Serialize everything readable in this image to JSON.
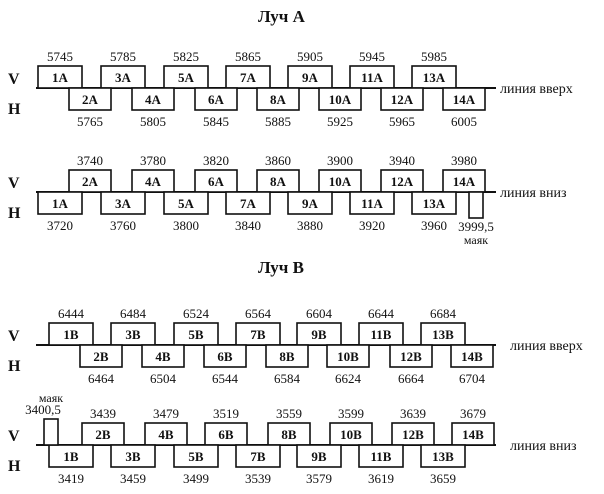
{
  "sections": [
    {
      "title": "Луч А",
      "rows": [
        {
          "top_axis": "V",
          "bottom_axis": "H",
          "line_label": "линия вверх",
          "up_blocks": [
            {
              "label": "1A",
              "freq": "5745"
            },
            {
              "label": "3A",
              "freq": "5785"
            },
            {
              "label": "5A",
              "freq": "5825"
            },
            {
              "label": "7A",
              "freq": "5865"
            },
            {
              "label": "9A",
              "freq": "5905"
            },
            {
              "label": "11A",
              "freq": "5945"
            },
            {
              "label": "13A",
              "freq": "5985"
            }
          ],
          "down_blocks": [
            {
              "label": "2A",
              "freq": "5765"
            },
            {
              "label": "4A",
              "freq": "5805"
            },
            {
              "label": "6A",
              "freq": "5845"
            },
            {
              "label": "8A",
              "freq": "5885"
            },
            {
              "label": "10A",
              "freq": "5925"
            },
            {
              "label": "12A",
              "freq": "5965"
            },
            {
              "label": "14A",
              "freq": "6005"
            }
          ]
        },
        {
          "top_axis": "V",
          "bottom_axis": "H",
          "line_label": "линия вниз",
          "up_blocks": [
            {
              "label": "2A",
              "freq": "3740"
            },
            {
              "label": "4A",
              "freq": "3780"
            },
            {
              "label": "6A",
              "freq": "3820"
            },
            {
              "label": "8A",
              "freq": "3860"
            },
            {
              "label": "10A",
              "freq": "3900"
            },
            {
              "label": "12A",
              "freq": "3940"
            },
            {
              "label": "14A",
              "freq": "3980"
            }
          ],
          "down_blocks": [
            {
              "label": "1A",
              "freq": "3720"
            },
            {
              "label": "3A",
              "freq": "3760"
            },
            {
              "label": "5A",
              "freq": "3800"
            },
            {
              "label": "7A",
              "freq": "3840"
            },
            {
              "label": "9A",
              "freq": "3880"
            },
            {
              "label": "11A",
              "freq": "3920"
            },
            {
              "label": "13A",
              "freq": "3960"
            }
          ],
          "beacon": {
            "freq": "3999,5",
            "label": "маяк"
          }
        }
      ]
    },
    {
      "title": "Луч В",
      "rows": [
        {
          "top_axis": "V",
          "bottom_axis": "H",
          "line_label": "линия вверх",
          "up_blocks": [
            {
              "label": "1B",
              "freq": "6444"
            },
            {
              "label": "3B",
              "freq": "6484"
            },
            {
              "label": "5B",
              "freq": "6524"
            },
            {
              "label": "7B",
              "freq": "6564"
            },
            {
              "label": "9B",
              "freq": "6604"
            },
            {
              "label": "11B",
              "freq": "6644"
            },
            {
              "label": "13B",
              "freq": "6684"
            }
          ],
          "down_blocks": [
            {
              "label": "2B",
              "freq": "6464"
            },
            {
              "label": "4B",
              "freq": "6504"
            },
            {
              "label": "6B",
              "freq": "6544"
            },
            {
              "label": "8B",
              "freq": "6584"
            },
            {
              "label": "10B",
              "freq": "6624"
            },
            {
              "label": "12B",
              "freq": "6664"
            },
            {
              "label": "14B",
              "freq": "6704"
            }
          ]
        },
        {
          "top_axis": "V",
          "bottom_axis": "H",
          "line_label": "линия вниз",
          "up_blocks": [
            {
              "label": "2B",
              "freq": "3439"
            },
            {
              "label": "4B",
              "freq": "3479"
            },
            {
              "label": "6B",
              "freq": "3519"
            },
            {
              "label": "8B",
              "freq": "3559"
            },
            {
              "label": "10B",
              "freq": "3599"
            },
            {
              "label": "12B",
              "freq": "3639"
            },
            {
              "label": "14B",
              "freq": "3679"
            }
          ],
          "down_blocks": [
            {
              "label": "1B",
              "freq": "3419"
            },
            {
              "label": "3B",
              "freq": "3459"
            },
            {
              "label": "5B",
              "freq": "3499"
            },
            {
              "label": "7B",
              "freq": "3539"
            },
            {
              "label": "9B",
              "freq": "3579"
            },
            {
              "label": "11B",
              "freq": "3619"
            },
            {
              "label": "13B",
              "freq": "3659"
            }
          ],
          "beacon": {
            "freq": "3400,5",
            "label": "маяк"
          }
        }
      ]
    }
  ]
}
